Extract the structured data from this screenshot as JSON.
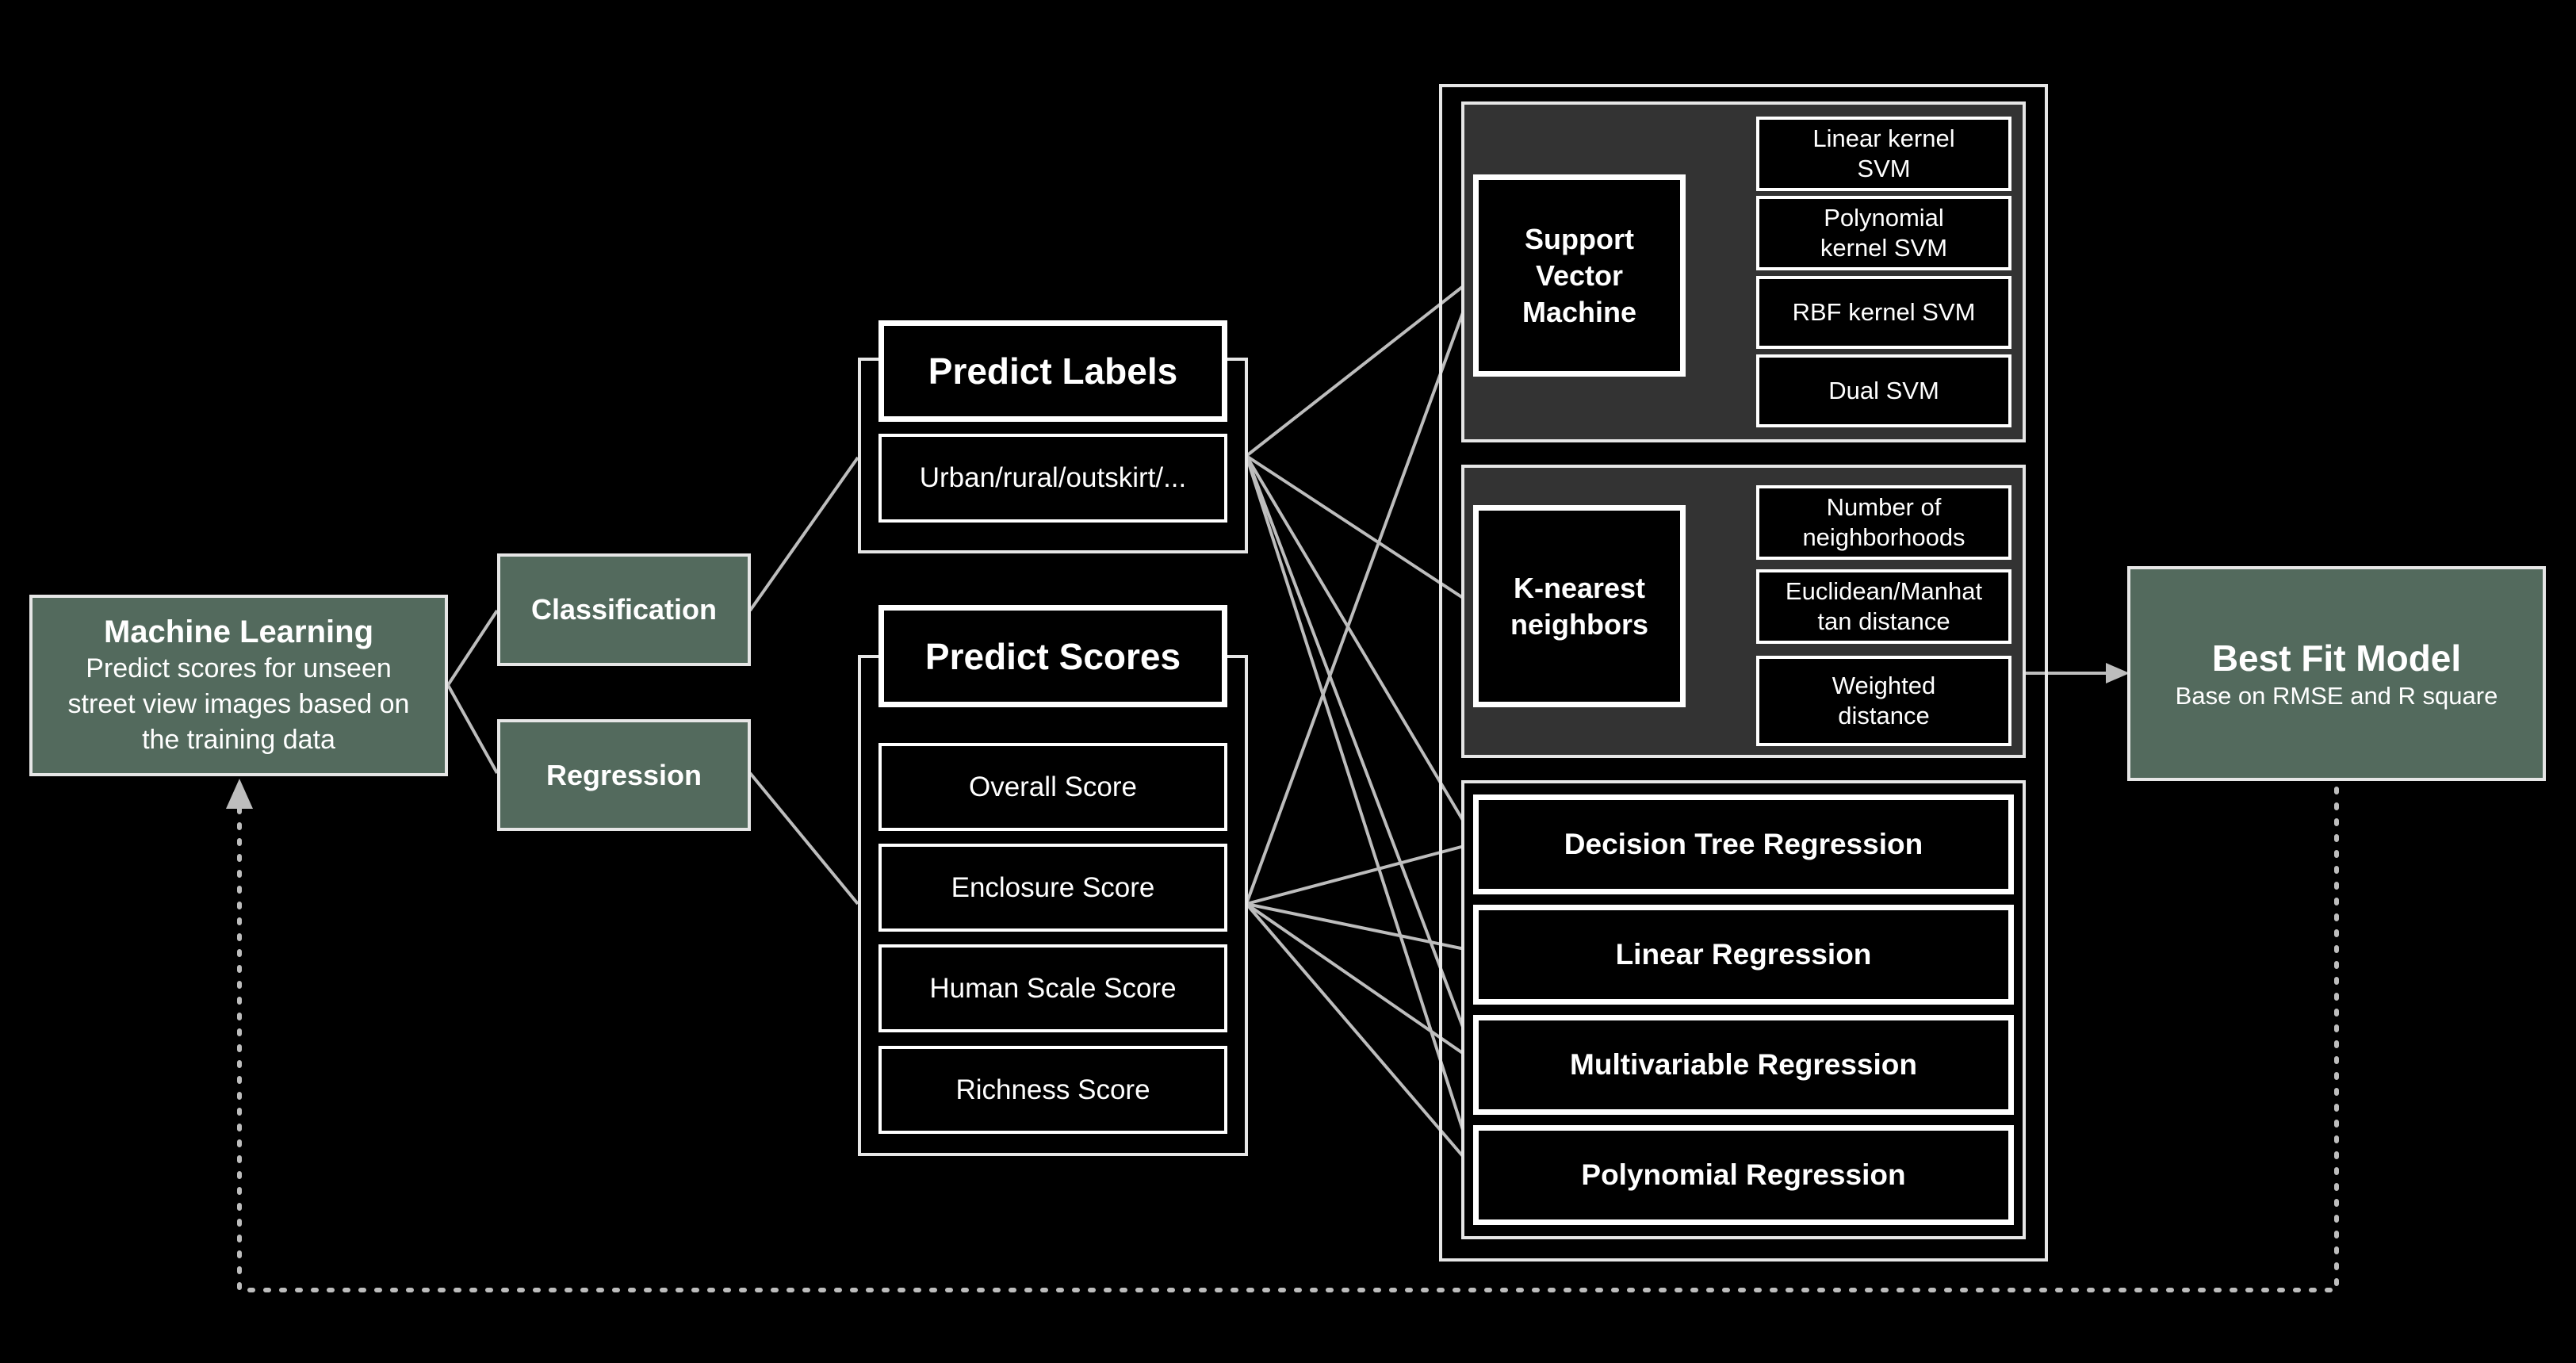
{
  "machine_learning": {
    "title": "Machine Learning",
    "description": "Predict scores for unseen street view images based on the training data"
  },
  "classification": "Classification",
  "regression": "Regression",
  "predict_labels": {
    "title": "Predict Labels",
    "item": "Urban/rural/outskirt/..."
  },
  "predict_scores": {
    "title": "Predict Scores",
    "items": [
      "Overall Score",
      "Enclosure Score",
      "Human Scale Score",
      "Richness Score"
    ]
  },
  "svm": {
    "title": "Support Vector Machine",
    "options": [
      "Linear kernel SVM",
      "Polynomial kernel SVM",
      "RBF kernel SVM",
      "Dual SVM"
    ]
  },
  "knn": {
    "title": "K-nearest neighbors",
    "options": [
      "Number of neighborhoods",
      "Euclidean/Manhattan distance",
      "Weighted distance"
    ]
  },
  "regressions": [
    "Decision Tree Regression",
    "Linear Regression",
    "Multivariable Regression",
    "Polynomial Regression"
  ],
  "best_fit": {
    "title": "Best Fit Model",
    "subtitle": "Base on RMSE and R square"
  },
  "colors": {
    "background": "#000000",
    "green": "#536a5d",
    "panel": "#333333",
    "line": "#bdbdbd"
  }
}
